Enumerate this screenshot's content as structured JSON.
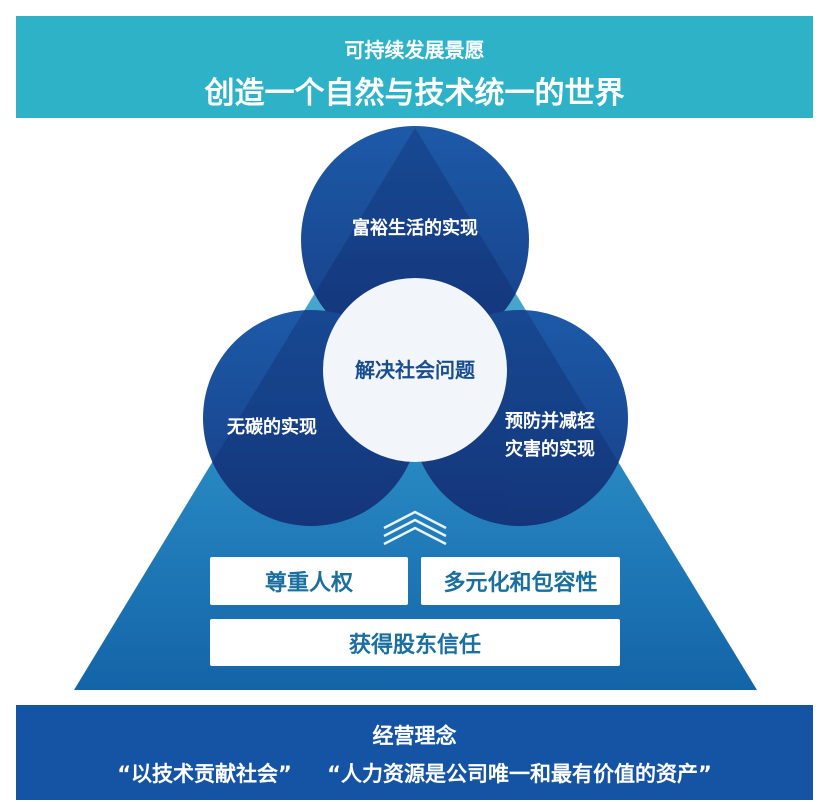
{
  "vision": {
    "subtitle": "可持续发展景愿",
    "title": "创造一个自然与技术统一的世界"
  },
  "circles": {
    "top": "富裕生活的实现",
    "left": "无碳的实现",
    "right_line1": "预防并减轻",
    "right_line2": "灾害的实现",
    "center": "解决社会问题"
  },
  "foundation": {
    "box1": "尊重人权",
    "box2": "多元化和包容性",
    "box3": "获得股东信任"
  },
  "philosophy": {
    "title": "经营理念",
    "quote1": "“以技术贡献社会”",
    "quote2": "“人力资源是公司唯一和最有价值的资产”"
  },
  "colors": {
    "banner_top": "#2db2c8",
    "banner_bottom": "#1554a4",
    "circle_blue": "#1a4e9c",
    "triangle_light": "#6cc6dc",
    "triangle_dark": "#1364a8"
  }
}
